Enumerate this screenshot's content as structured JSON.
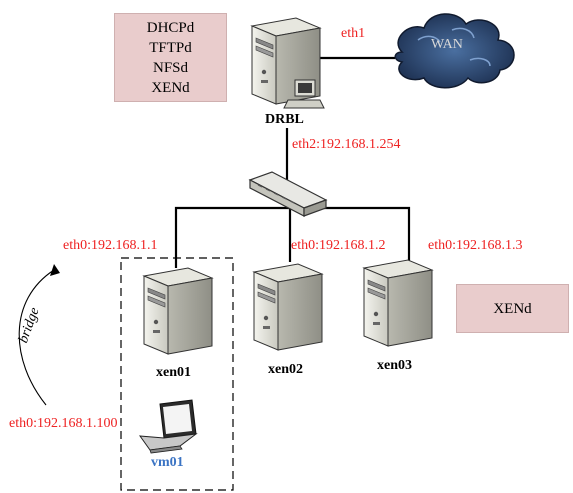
{
  "server_services": [
    "DHCPd",
    "TFTPd",
    "NFSd",
    "XENd"
  ],
  "xend_box_label": "XENd",
  "server": {
    "name": "DRBL",
    "uplink_label": "eth1",
    "downlink_label": "eth2:192.168.1.254"
  },
  "wan_label": "WAN",
  "nodes": [
    {
      "name": "xen01",
      "iface_label": "eth0:192.168.1.1"
    },
    {
      "name": "xen02",
      "iface_label": "eth0:192.168.1.2"
    },
    {
      "name": "xen03",
      "iface_label": "eth0:192.168.1.3"
    }
  ],
  "vm": {
    "name": "vm01",
    "iface_label": "eth0:192.168.1.100",
    "name_color": "#3b74c4"
  },
  "bridge_label": "bridge",
  "colors": {
    "label_red": "#ee2222",
    "service_box": "#e9cccc"
  }
}
